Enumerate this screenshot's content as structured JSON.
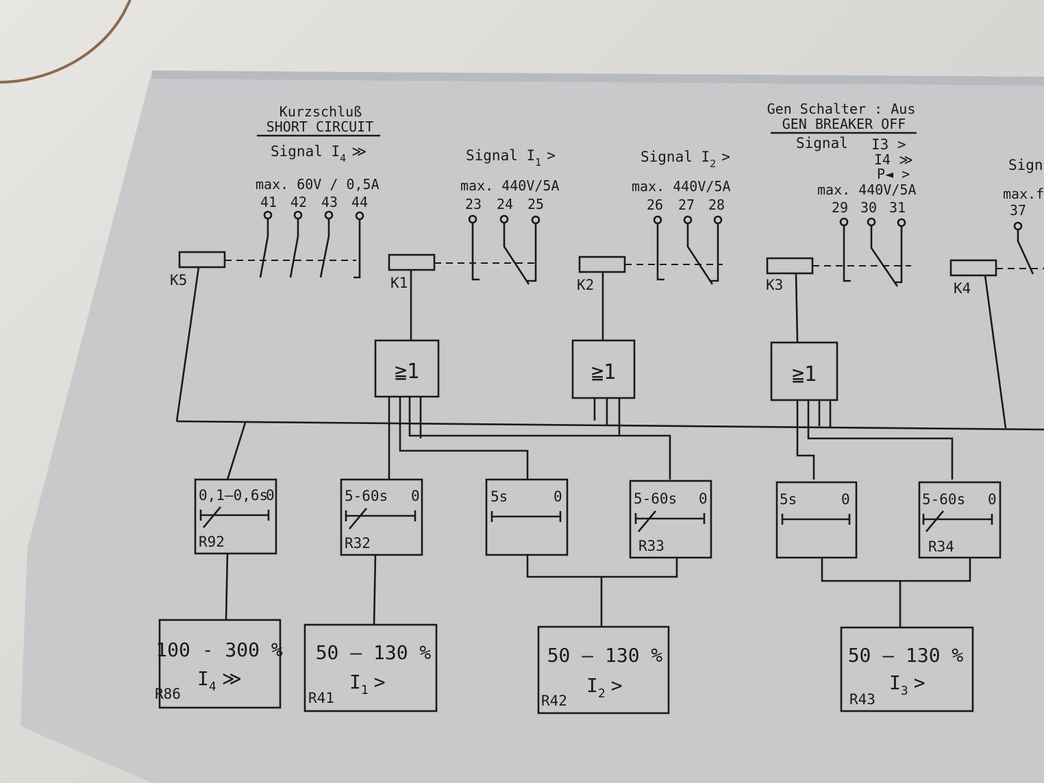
{
  "short_circuit": {
    "title_de": "Kurzschluß",
    "title_en": "SHORT CIRCUIT",
    "signal": "Signal I",
    "signal_sub": "4",
    "signal_sym": "≫",
    "rating": "max. 60V / 0,5A",
    "terminals": [
      "41",
      "42",
      "43",
      "44"
    ]
  },
  "signal_i1": {
    "signal": "Signal I",
    "signal_sub": "1",
    "signal_sym": ">",
    "rating": "max. 440V/5A",
    "terminals": [
      "23",
      "24",
      "25"
    ]
  },
  "signal_i2": {
    "signal": "Signal I",
    "signal_sub": "2",
    "signal_sym": ">",
    "rating": "max. 440V/5A",
    "terminals": [
      "26",
      "27",
      "28"
    ]
  },
  "gen_breaker": {
    "title_de": "Gen Schalter   : Aus",
    "title_en": "GEN BREAKER OFF",
    "signal": "Signal",
    "conditions": [
      "I3 >",
      "I4 ≫",
      "P◄ >"
    ],
    "rating": "max. 440V/5A",
    "terminals": [
      "29",
      "30",
      "31"
    ]
  },
  "edge_partial": {
    "signal": "Signa",
    "rating": "max.f",
    "terminal": "37"
  },
  "relays": [
    "K5",
    "K1",
    "K2",
    "K3",
    "K4"
  ],
  "or_gates": [
    "≧1",
    "≧1",
    "≧1"
  ],
  "timers": [
    {
      "range": "0,1–0,6s",
      "zero": "0",
      "name": "R92"
    },
    {
      "range": "5-60s",
      "zero": "0",
      "name": "R32"
    },
    {
      "range": "5s",
      "zero": "0",
      "name": ""
    },
    {
      "range": "5-60s",
      "zero": "0",
      "name": "R33"
    },
    {
      "range": "5s",
      "zero": "0",
      "name": ""
    },
    {
      "range": "5-60s",
      "zero": "0",
      "name": "R34"
    }
  ],
  "settings": [
    {
      "range": "100 - 300 %",
      "name": "R86",
      "symbol": "I",
      "sub": "4",
      "sym": "≫"
    },
    {
      "range": "50 – 130 %",
      "name": "R41",
      "symbol": "I",
      "sub": "1",
      "sym": ">"
    },
    {
      "range": "50 – 130 %",
      "name": "R42",
      "symbol": "I",
      "sub": "2",
      "sym": ">"
    },
    {
      "range": "50 – 130 %",
      "name": "R43",
      "symbol": "I",
      "sub": "3",
      "sym": ">"
    }
  ],
  "colors": {
    "plate": "#c7c9cb",
    "ink": "#1a1a1a"
  }
}
